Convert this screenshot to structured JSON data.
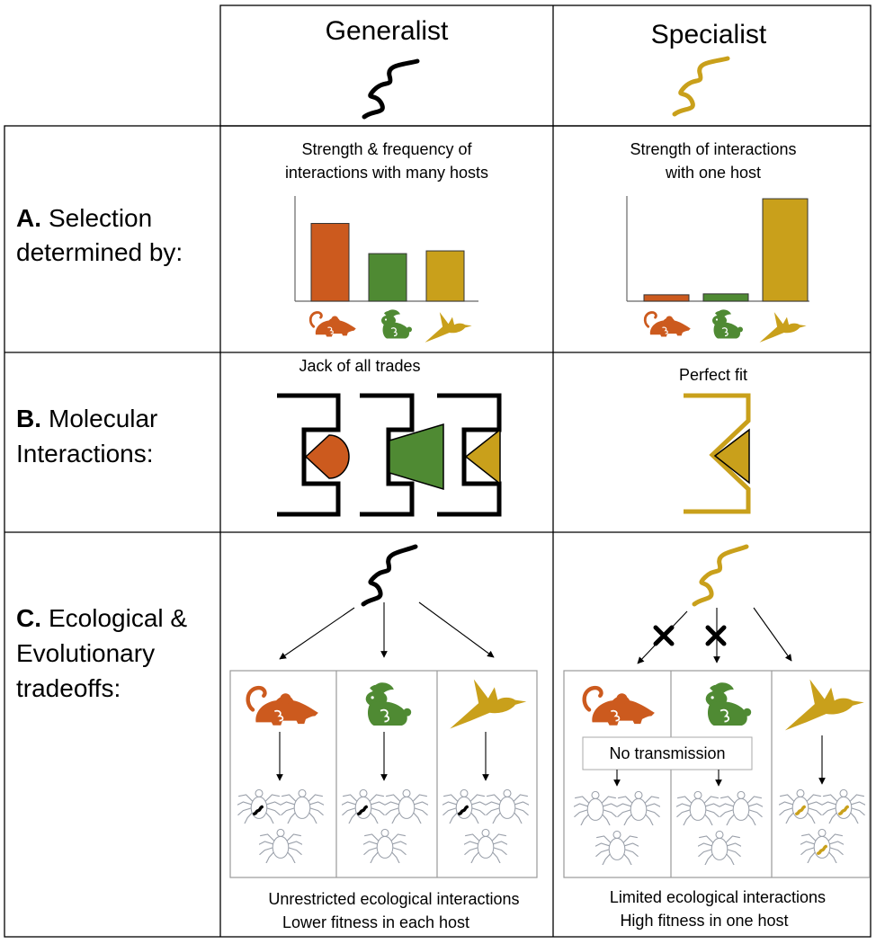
{
  "columns": {
    "generalist": "Generalist",
    "specialist": "Specialist"
  },
  "rows": {
    "a": {
      "letter": "A.",
      "label_1": "Selection",
      "label_2": "determined by:"
    },
    "b": {
      "letter": "B.",
      "label_1": "Molecular",
      "label_2": "Interactions:"
    },
    "c": {
      "letter": "C.",
      "label_1": "Ecological &",
      "label_2": "Evolutionary",
      "label_3": "tradeoffs:"
    }
  },
  "selection": {
    "generalist_caption_1": "Strength & frequency of",
    "generalist_caption_2": "interactions with many hosts",
    "specialist_caption_1": "Strength of interactions",
    "specialist_caption_2": "with one host"
  },
  "molecular": {
    "generalist_caption": "Jack of all trades",
    "specialist_caption": "Perfect fit"
  },
  "tradeoffs": {
    "no_transmission": "No transmission",
    "generalist_caption_1": "Unrestricted ecological interactions",
    "generalist_caption_2": "Lower fitness in each host",
    "specialist_caption_1": "Limited ecological interactions",
    "specialist_caption_2": "High fitness in one host"
  },
  "colors": {
    "mouse": "#cc5a1e",
    "rabbit": "#4f8a33",
    "bird": "#c9a01b",
    "specialist": "#c9a01b",
    "generalist": "#000000"
  },
  "icons": [
    "wavy-pathogen-icon",
    "mouse-icon",
    "rabbit-icon",
    "bird-icon",
    "tick-icon",
    "cross-icon",
    "arrow-icon"
  ],
  "chart_data": [
    {
      "type": "bar",
      "categories": [
        "mouse",
        "rabbit",
        "bird"
      ],
      "values": [
        85,
        52,
        55
      ],
      "ylim": [
        0,
        115
      ]
    },
    {
      "type": "bar",
      "categories": [
        "mouse",
        "rabbit",
        "bird"
      ],
      "values": [
        7,
        8,
        112
      ],
      "ylim": [
        0,
        115
      ]
    }
  ]
}
